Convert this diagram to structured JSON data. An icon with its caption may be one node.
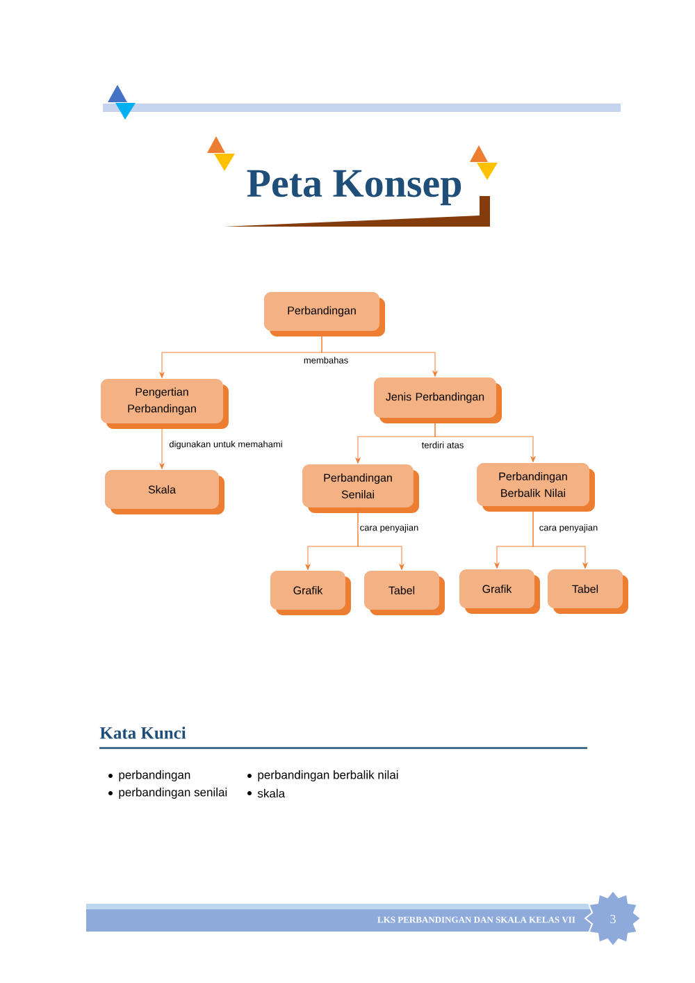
{
  "diagram": {
    "title": "Peta Konsep",
    "nodes": [
      {
        "text": [
          "Perbandingan"
        ]
      },
      {
        "text": [
          "Pengertian Perbandingan"
        ]
      },
      {
        "text": [
          "Jenis Perbandingan"
        ]
      },
      {
        "text": [
          "Skala"
        ]
      },
      {
        "text": [
          "Perbandingan Senilai"
        ]
      },
      {
        "text": [
          "Perbandingan Berbalik Nilai"
        ]
      },
      {
        "text": [
          "Grafik"
        ]
      },
      {
        "text": [
          "Tabel"
        ]
      },
      {
        "text": [
          "Grafik"
        ]
      },
      {
        "text": [
          "Tabel"
        ]
      }
    ],
    "edges": [
      {
        "from": 0,
        "to": 1,
        "arrow": "to",
        "label": "membahas"
      },
      {
        "from": 0,
        "to": 2,
        "arrow": "to"
      },
      {
        "from": 1,
        "to": 3,
        "arrow": "to",
        "label": "digunakan untuk memahami"
      },
      {
        "from": 2,
        "to": 4,
        "arrow": "to",
        "label": "terdiri atas"
      },
      {
        "from": 2,
        "to": 5,
        "arrow": "to"
      },
      {
        "from": 4,
        "to": 6,
        "arrow": "to",
        "label": "cara penyajian"
      },
      {
        "from": 4,
        "to": 7,
        "arrow": "to"
      },
      {
        "from": 5,
        "to": 8,
        "arrow": "to",
        "label": "cara penyajian"
      },
      {
        "from": 5,
        "to": 9,
        "arrow": "to"
      }
    ],
    "labels": [
      "Kata Kunci",
      "perbandingan",
      "perbandingan berbalik nilai",
      "perbandingan senilai",
      "skala",
      "LKS PERBANDINGAN DAN SKALA KELAS VII",
      "3"
    ]
  }
}
